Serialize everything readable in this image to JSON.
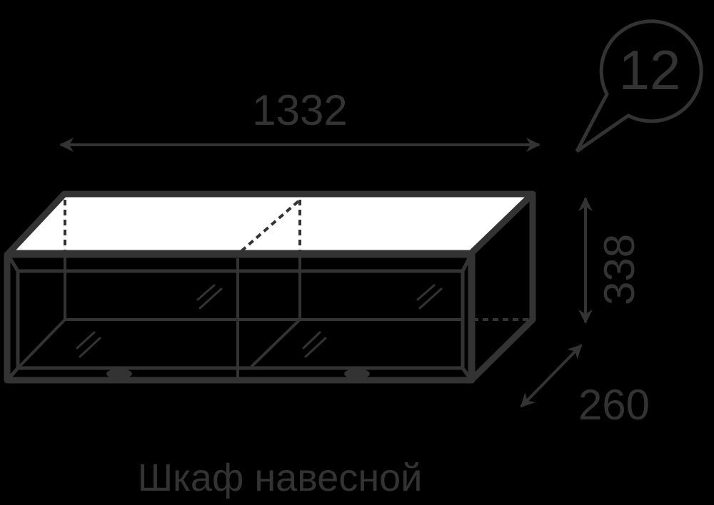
{
  "badge_number": "12",
  "dimensions": {
    "width": "1332",
    "height": "338",
    "depth": "260"
  },
  "title": "Шкаф навесной",
  "colors": {
    "line": "#333333",
    "fill": "#ffffff",
    "background": "#000000"
  }
}
